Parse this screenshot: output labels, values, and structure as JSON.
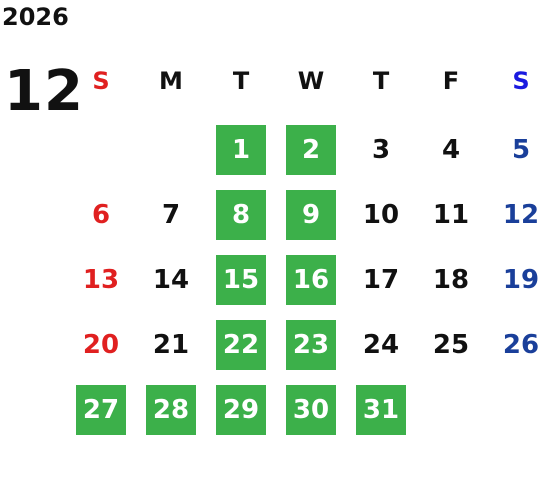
{
  "year": "2026",
  "month": "12",
  "colors": {
    "sunday": "#e02020",
    "saturday_header": "#1a1ae0",
    "saturday": "#1a3f9a",
    "weekday": "#111111",
    "highlight_bg": "#3cb04a",
    "highlight_text": "#ffffff"
  },
  "weekdays": [
    "S",
    "M",
    "T",
    "W",
    "T",
    "F",
    "S"
  ],
  "weeks": [
    [
      {
        "label": "",
        "hl": false
      },
      {
        "label": "",
        "hl": false
      },
      {
        "label": "1",
        "hl": true
      },
      {
        "label": "2",
        "hl": true
      },
      {
        "label": "3",
        "hl": false
      },
      {
        "label": "4",
        "hl": false
      },
      {
        "label": "5",
        "hl": false
      }
    ],
    [
      {
        "label": "6",
        "hl": false
      },
      {
        "label": "7",
        "hl": false
      },
      {
        "label": "8",
        "hl": true
      },
      {
        "label": "9",
        "hl": true
      },
      {
        "label": "10",
        "hl": false
      },
      {
        "label": "11",
        "hl": false
      },
      {
        "label": "12",
        "hl": false
      }
    ],
    [
      {
        "label": "13",
        "hl": false
      },
      {
        "label": "14",
        "hl": false
      },
      {
        "label": "15",
        "hl": true
      },
      {
        "label": "16",
        "hl": true
      },
      {
        "label": "17",
        "hl": false
      },
      {
        "label": "18",
        "hl": false
      },
      {
        "label": "19",
        "hl": false
      }
    ],
    [
      {
        "label": "20",
        "hl": false
      },
      {
        "label": "21",
        "hl": false
      },
      {
        "label": "22",
        "hl": true
      },
      {
        "label": "23",
        "hl": true
      },
      {
        "label": "24",
        "hl": false
      },
      {
        "label": "25",
        "hl": false
      },
      {
        "label": "26",
        "hl": false
      }
    ],
    [
      {
        "label": "27",
        "hl": true
      },
      {
        "label": "28",
        "hl": true
      },
      {
        "label": "29",
        "hl": true
      },
      {
        "label": "30",
        "hl": true
      },
      {
        "label": "31",
        "hl": true
      },
      {
        "label": "",
        "hl": false
      },
      {
        "label": "",
        "hl": false
      }
    ]
  ]
}
